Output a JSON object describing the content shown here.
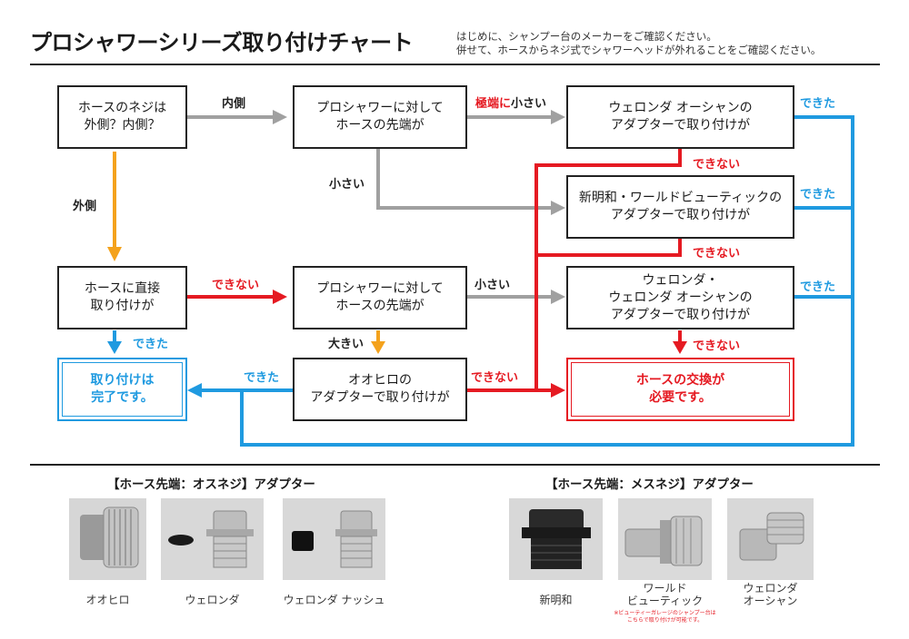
{
  "header": {
    "title": "プロシャワーシリーズ取り付けチャート",
    "note_line1": "はじめに、シャンプー台のメーカーをご確認ください。",
    "note_line2": "併せて、ホースからネジ式でシャワーヘッドが外れることをご確認ください。"
  },
  "flow": {
    "q_thread": "ホースのネジは\n外側？内側？",
    "q_tip_1": "プロシャワーに対して\nホースの先端が",
    "q_wellonda_ocean": "ウェロンダ オーシャンの\nアダプターで取り付けが",
    "q_shinmeiwa": "新明和・ワールドビューティックの\nアダプターで取り付けが",
    "q_direct": "ホースに直接\n取り付けが",
    "q_tip_2": "プロシャワーに対して\nホースの先端が",
    "q_wellonda_both": "ウェロンダ・\nウェロンダ オーシャンの\nアダプターで取り付けが",
    "q_ohiro": "オオヒロの\nアダプターで取り付けが",
    "result_done": "取り付けは\n完了です。",
    "result_exchange": "ホースの交換が\n必要です。"
  },
  "labels": {
    "inner": "内側",
    "outer": "外側",
    "extremely_small_red": "極端に",
    "extremely_small_dark": "小さい",
    "small": "小さい",
    "large": "大きい",
    "can": "できた",
    "cannot": "できない"
  },
  "colors": {
    "gray": "#a0a0a0",
    "orange": "#f4a21c",
    "red": "#e51a22",
    "blue": "#1f9ae0"
  },
  "adapters": {
    "male_title": "【ホース先端：オスネジ】アダプター",
    "female_title": "【ホース先端：メスネジ】アダプター",
    "male_items": [
      "オオヒロ",
      "ウェロンダ",
      "ウェロンダ ナッシュ"
    ],
    "female_items": [
      "新明和",
      "ワールド\nビューティック",
      "ウェロンダ\nオーシャン"
    ],
    "footnote": "※ビューティーガレージのシャンプー台は\nこちらで取り付けが可能です。"
  }
}
